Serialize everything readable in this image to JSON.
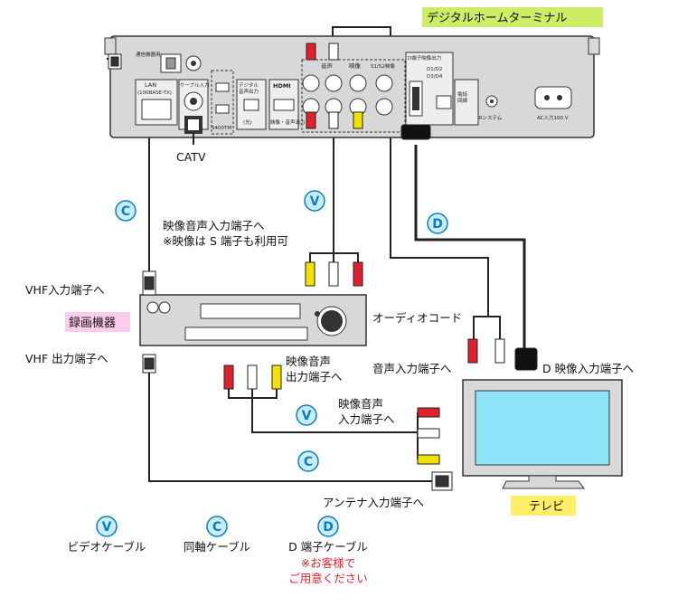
{
  "colors": {
    "badge_green": "#ccee66",
    "badge_pink": "#ffccee",
    "badge_yellow": "#ffee66",
    "circle_fill": "#c9ecfb",
    "circle_stroke": "#0a7fbf",
    "plug_red": "#e0202a",
    "plug_white": "#ffffff",
    "plug_yellow": "#f3e200",
    "screen": "#8fe3f8",
    "device_gray": "#d8d8d8",
    "note_red": "#e0202a"
  },
  "labels": {
    "terminal": "デジタルホームターミナル",
    "catv": "CATV",
    "recorder": "録画機器",
    "tv": "テレビ",
    "av_in_vcr_line1": "映像音声入力端子へ",
    "av_in_vcr_line2": "※映像は S 端子も利用可",
    "vhf_in": "VHF入力端子へ",
    "vhf_out": "VHF 出力端子へ",
    "av_out_line1": "映像音声",
    "av_out_line2": "出力端子へ",
    "av_in_tv_line1": "映像音声",
    "av_in_tv_line2": "入力端子へ",
    "audio_cord": "オーディオコード",
    "audio_in": "音声入力端子へ",
    "d_video_in": "D 映像入力端子へ",
    "antenna_in": "アンテナ入力端子へ"
  },
  "device": {
    "port_lan": "LAN",
    "port_lan_sub": "(100BASE-TX)",
    "port_cable_in": "ケーブル入力",
    "port_digital_audio": "デジタル",
    "port_digital_audio_2": "音声出力",
    "port_optical": "(光)",
    "port_hdmi": "HDMI",
    "port_hdmi_sub": "映像・音声出力",
    "port_audio": "音声",
    "port_video": "映像",
    "port_s_video": "S1/S2映像",
    "port_d_out": "D端子映像出力",
    "port_d_modes": "D1/D2",
    "port_d_modes_2": "D3/D4",
    "port_phone": "電話",
    "port_phone_2": "回線",
    "port_ir": "IRシステム",
    "port_ac": "AC入力100 V",
    "port_ieee": "S400TM",
    "port_tuner_out": "通信機器用"
  },
  "legend": [
    {
      "letter": "V",
      "label": "ビデオケーブル"
    },
    {
      "letter": "C",
      "label": "同軸ケーブル"
    },
    {
      "letter": "D",
      "label": "D 端子ケーブル"
    }
  ],
  "legend_note_line1": "※お客様で",
  "legend_note_line2": "ご用意ください",
  "cable_markers": {
    "c_upper": "C",
    "v_upper": "V",
    "d_upper": "D",
    "v_lower": "V",
    "c_lower": "C"
  }
}
